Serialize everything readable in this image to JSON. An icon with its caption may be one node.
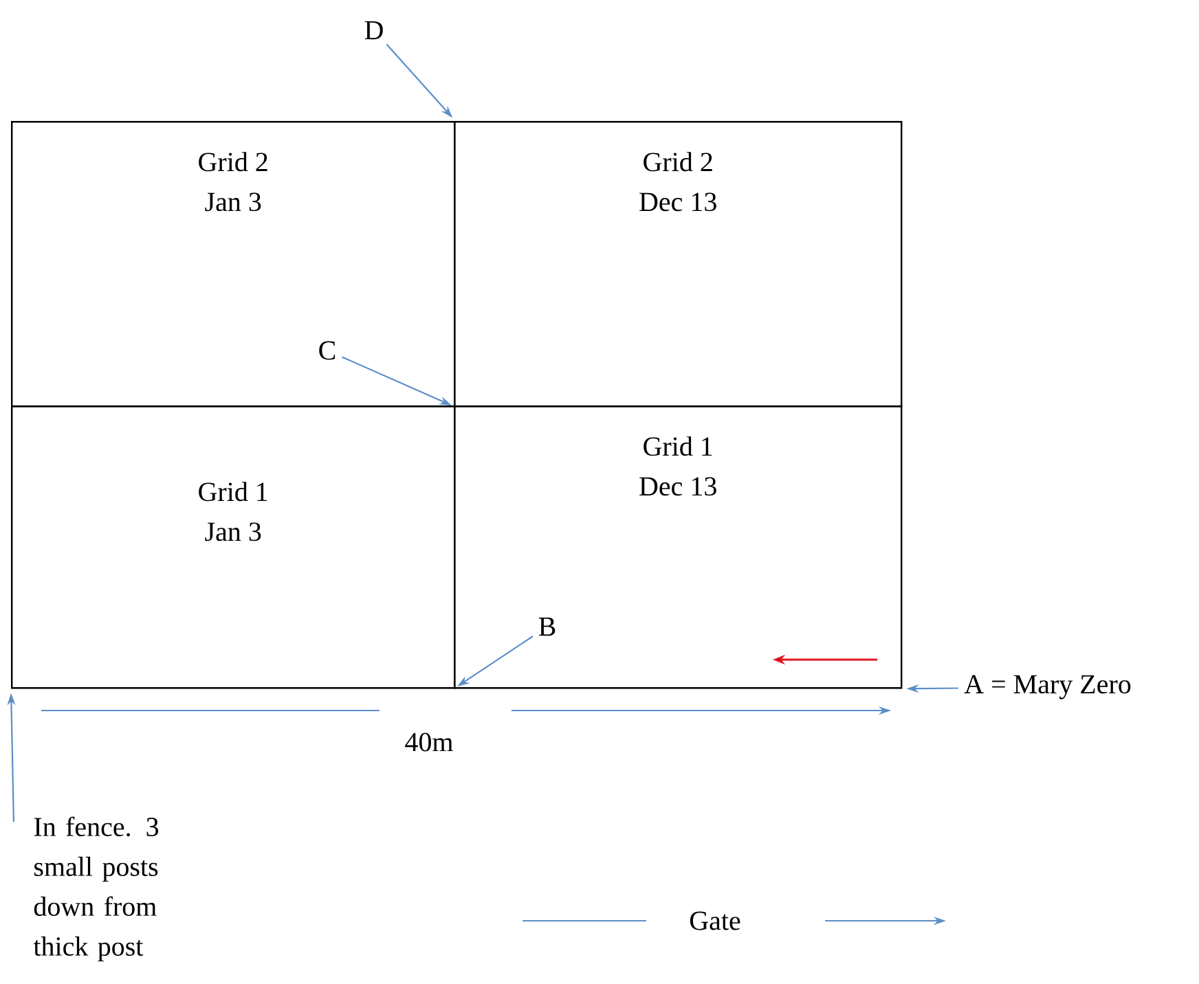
{
  "diagram": {
    "nodes": [
      {
        "text": [
          "Grid 2",
          "Jan 3"
        ]
      },
      {
        "text": [
          "Grid 2",
          "Dec 13"
        ]
      },
      {
        "text": [
          "Grid 1",
          "Jan 3"
        ]
      },
      {
        "text": [
          "Grid 1",
          "Dec 13"
        ]
      },
      {
        "text": [
          "D"
        ]
      },
      {
        "text": [
          "C"
        ],
        "in": 0
      },
      {
        "text": [
          "B"
        ],
        "in": 3
      },
      {
        "text": [
          "A = Mary Zero"
        ]
      },
      {
        "text": [
          "In fence. 3 small posts down from thick post"
        ]
      }
    ],
    "edges": [
      {
        "from": 4,
        "to": 0,
        "arrow": "to"
      },
      {
        "from": 5,
        "to": 0,
        "arrow": "to"
      },
      {
        "from": 6,
        "to": 3,
        "arrow": "to"
      },
      {
        "from": 7,
        "to": 3,
        "arrow": "to"
      },
      {
        "from": 8,
        "to": 2,
        "arrow": "to"
      }
    ],
    "labels": [
      "40m",
      "Gate"
    ]
  }
}
